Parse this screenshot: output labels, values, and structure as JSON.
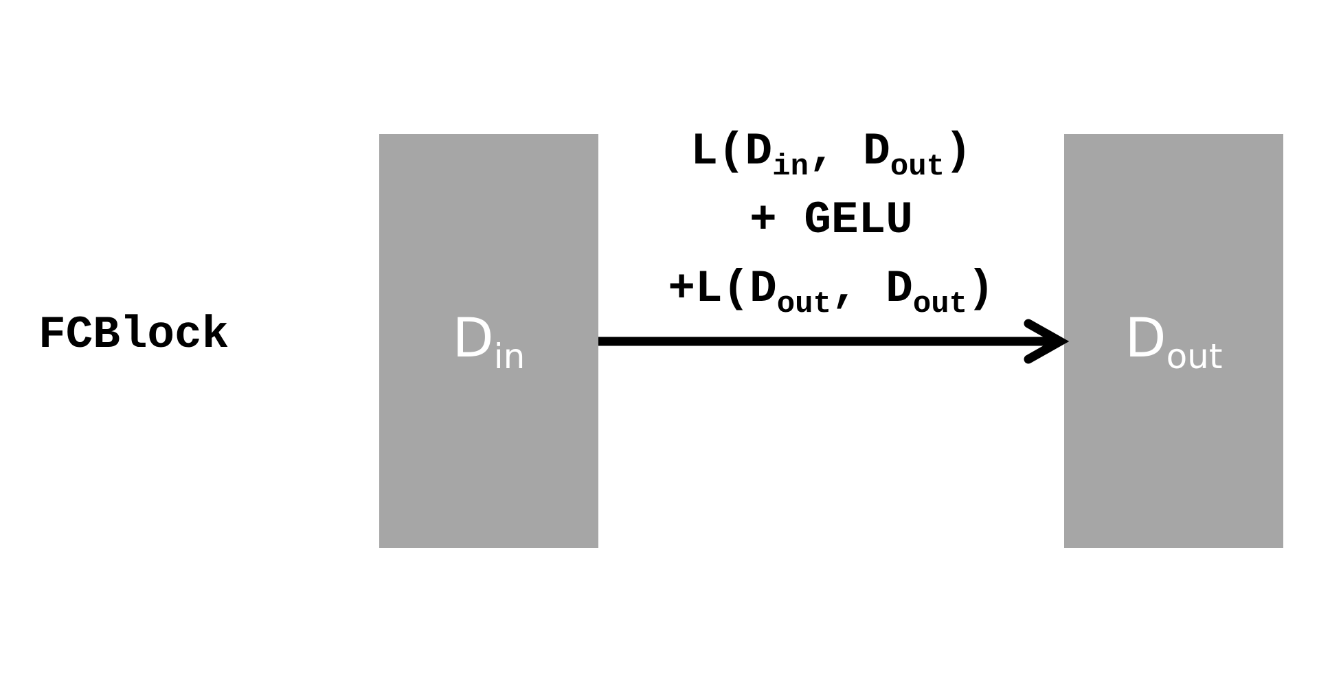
{
  "title": "FCBlock",
  "boxes": {
    "input": {
      "main": "D",
      "sub": "in"
    },
    "output": {
      "main": "D",
      "sub": "out"
    }
  },
  "formula": {
    "line1": {
      "a": "L(D",
      "a_sub": "in",
      "b": ", D",
      "b_sub": "out",
      "c": ")"
    },
    "line2": "+ GELU",
    "line3": {
      "a": "+L(D",
      "a_sub": "out",
      "b": ", D",
      "b_sub": "out",
      "c": ")"
    }
  },
  "colors": {
    "box_fill": "#a6a6a6",
    "box_text": "#ffffff",
    "text": "#000000",
    "arrow": "#000000"
  }
}
